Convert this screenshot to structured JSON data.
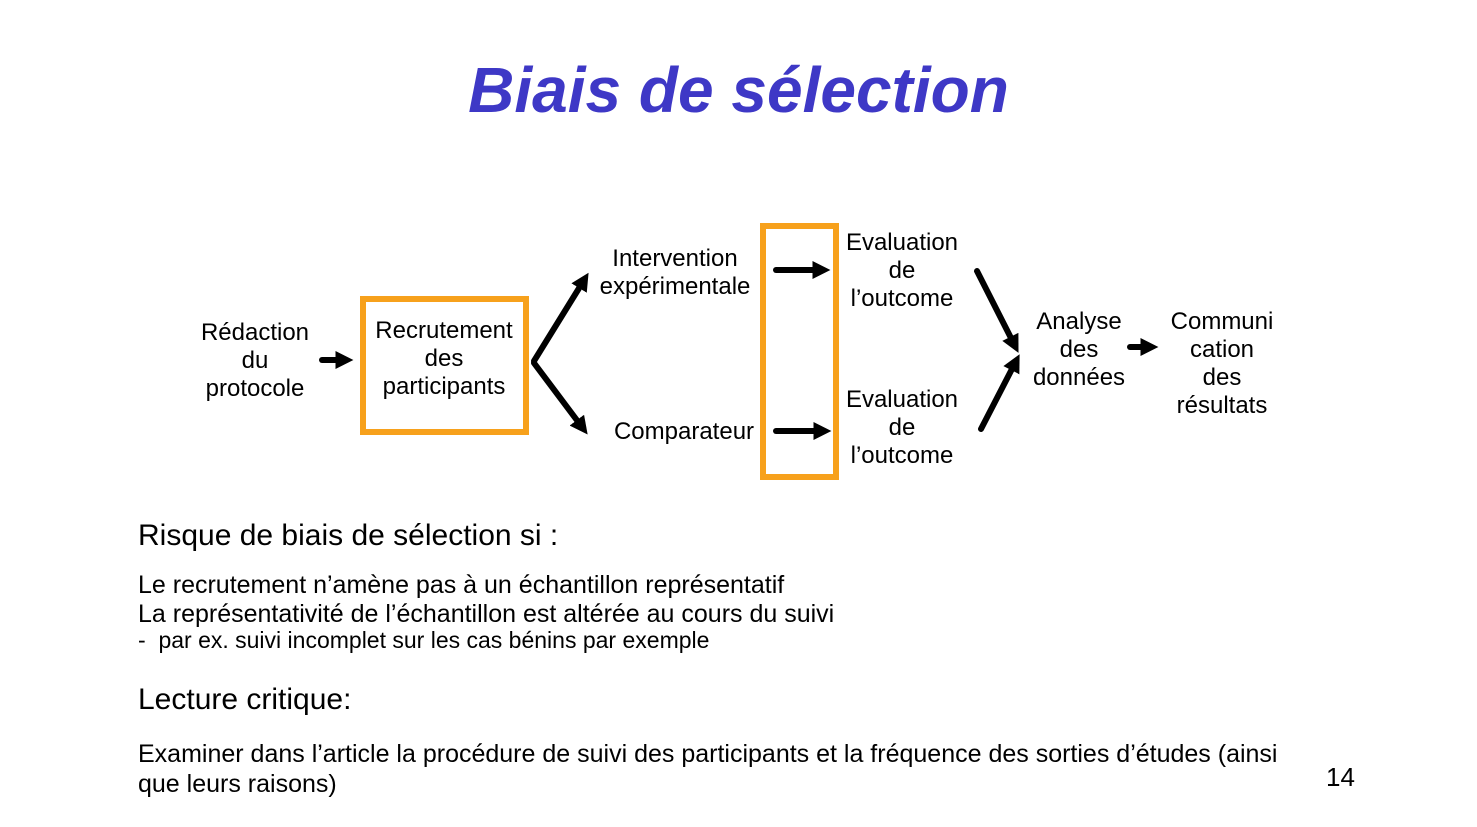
{
  "slide": {
    "title": "Biais de sélection",
    "page_number": "14"
  },
  "colors": {
    "title-blue": "#3e38c6",
    "accent-orange": "#f7a11c",
    "ink": "#000000",
    "paper": "#ffffff"
  },
  "diagram": {
    "nodes": {
      "redaction": "Rédaction\ndu\nprotocole",
      "recrutement": "Recrutement\ndes\nparticipants",
      "intervention": "Intervention\nexpérimentale",
      "comparateur": "Comparateur",
      "evaluation_top": "Evaluation\nde\nl’outcome",
      "evaluation_bottom": "Evaluation\nde\nl’outcome",
      "analyse": "Analyse\ndes\ndonnées",
      "communication": "Communi\ncation\ndes\nrésultats"
    }
  },
  "content": {
    "risk_heading": "Risque de biais de sélection si :",
    "risk_line1": "Le recrutement n’amène pas à un échantillon représentatif",
    "risk_line2": "La représentativité de l’échantillon est altérée au cours du suivi",
    "risk_bullet": "-  par ex. suivi incomplet sur les cas bénins par exemple",
    "critique_heading": "Lecture critique:",
    "critique_body": "Examiner dans l’article la procédure de suivi des participants et la fréquence des sorties d’études (ainsi\nque leurs raisons)"
  }
}
